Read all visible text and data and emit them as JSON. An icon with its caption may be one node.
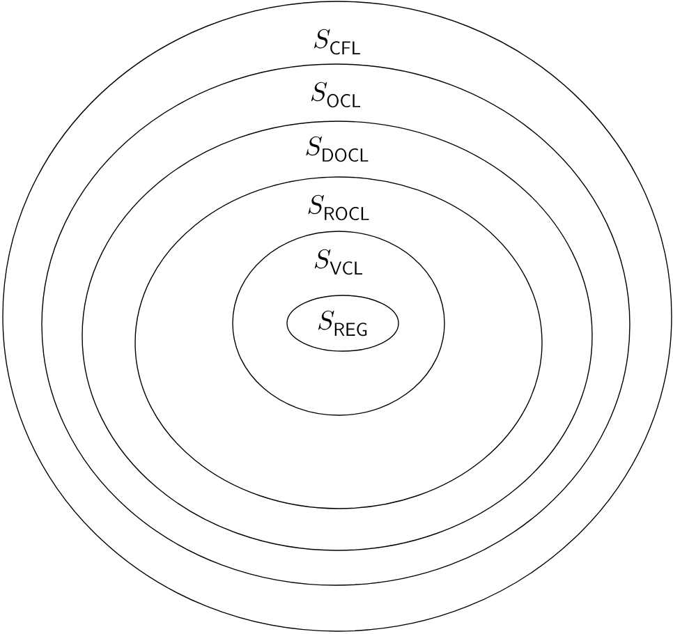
{
  "diagram": {
    "nodes": [
      {
        "text": [
          "S_{\\mathsf{CFL}}"
        ]
      },
      {
        "text": [
          "S_{\\mathsf{OCL}}"
        ],
        "in": 0
      },
      {
        "text": [
          "S_{\\mathsf{DOCL}}"
        ],
        "in": 1
      },
      {
        "text": [
          "S_{\\mathsf{ROCL}}"
        ],
        "in": 2
      },
      {
        "text": [
          "S_{\\mathsf{VCL}}"
        ],
        "in": 3
      },
      {
        "text": [
          "S_{\\mathsf{REG}}"
        ],
        "in": 4
      }
    ]
  }
}
